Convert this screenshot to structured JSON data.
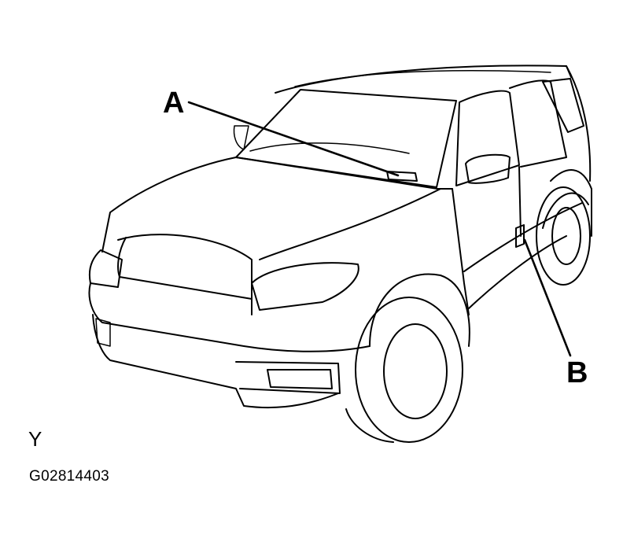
{
  "callouts": {
    "a": "A",
    "b": "B"
  },
  "orientation_mark": "Y",
  "figure_code": "G02814403",
  "icons": [
    "suv-outline-illustration"
  ],
  "colors": {
    "ink": "#000000",
    "background": "#ffffff"
  }
}
